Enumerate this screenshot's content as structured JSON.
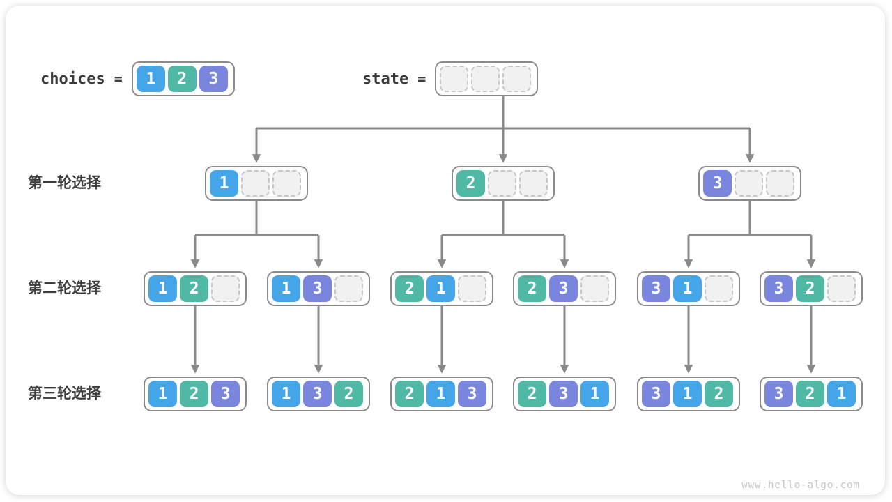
{
  "watermark": "www.hello-algo.com",
  "colors": {
    "c1": "#44a5e8",
    "c2": "#50b9a5",
    "c3": "#7a85dd",
    "empty_fill": "#f1f1f1",
    "empty_border": "#c7c7c7",
    "box_border": "#8a8a8a",
    "arrow": "#8a8a8a",
    "label_text": "#3d3d3d"
  },
  "header": {
    "choices_label": "choices",
    "choices_equals": "=",
    "choices_cells": [
      1,
      2,
      3
    ],
    "state_label": "state",
    "state_equals": "=",
    "state_cells": [
      null,
      null,
      null
    ]
  },
  "rows": [
    {
      "label": "第一轮选择",
      "nodes": [
        [
          1,
          null,
          null
        ],
        [
          2,
          null,
          null
        ],
        [
          3,
          null,
          null
        ]
      ]
    },
    {
      "label": "第二轮选择",
      "nodes": [
        [
          1,
          2,
          null
        ],
        [
          1,
          3,
          null
        ],
        [
          2,
          1,
          null
        ],
        [
          2,
          3,
          null
        ],
        [
          3,
          1,
          null
        ],
        [
          3,
          2,
          null
        ]
      ]
    },
    {
      "label": "第三轮选择",
      "nodes": [
        [
          1,
          2,
          3
        ],
        [
          1,
          3,
          2
        ],
        [
          2,
          1,
          3
        ],
        [
          2,
          3,
          1
        ],
        [
          3,
          1,
          2
        ],
        [
          3,
          2,
          1
        ]
      ]
    }
  ]
}
